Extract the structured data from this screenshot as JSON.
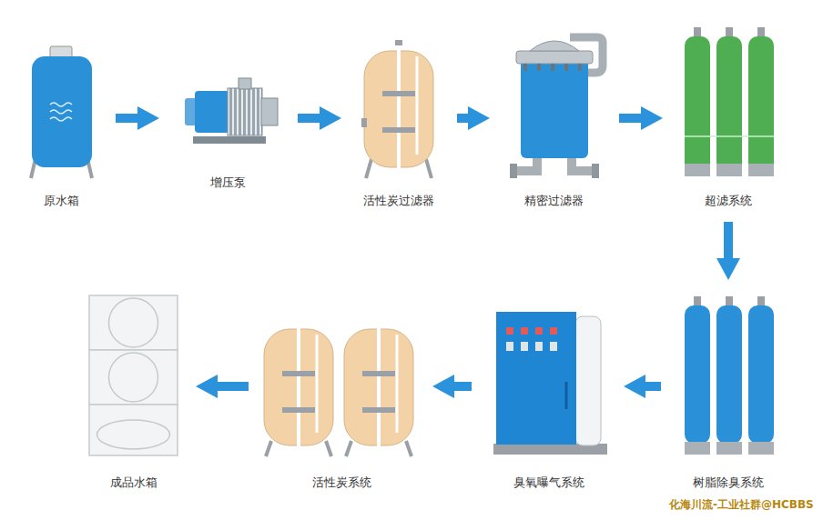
{
  "diagram": {
    "nodes": [
      {
        "text": [
          "原水箱"
        ]
      },
      {
        "text": [
          "增压泵"
        ]
      },
      {
        "text": [
          "活性炭过滤器"
        ]
      },
      {
        "text": [
          "精密过滤器"
        ]
      },
      {
        "text": [
          "超滤系统"
        ]
      },
      {
        "text": [
          "树脂除臭系统"
        ]
      },
      {
        "text": [
          "臭氧曝气系统"
        ]
      },
      {
        "text": [
          "活性炭系统"
        ]
      },
      {
        "text": [
          "成品水箱"
        ]
      }
    ],
    "edges": [
      {
        "from": 0,
        "to": 1,
        "arrow": "to"
      },
      {
        "from": 1,
        "to": 2,
        "arrow": "to"
      },
      {
        "from": 2,
        "to": 3,
        "arrow": "to"
      },
      {
        "from": 3,
        "to": 4,
        "arrow": "to"
      },
      {
        "from": 4,
        "to": 5,
        "arrow": "to"
      },
      {
        "from": 5,
        "to": 6,
        "arrow": "to"
      },
      {
        "from": 6,
        "to": 7,
        "arrow": "to"
      },
      {
        "from": 7,
        "to": 8,
        "arrow": "to"
      }
    ],
    "labels": [
      "化海川流-工业社群@HCBBS"
    ]
  }
}
